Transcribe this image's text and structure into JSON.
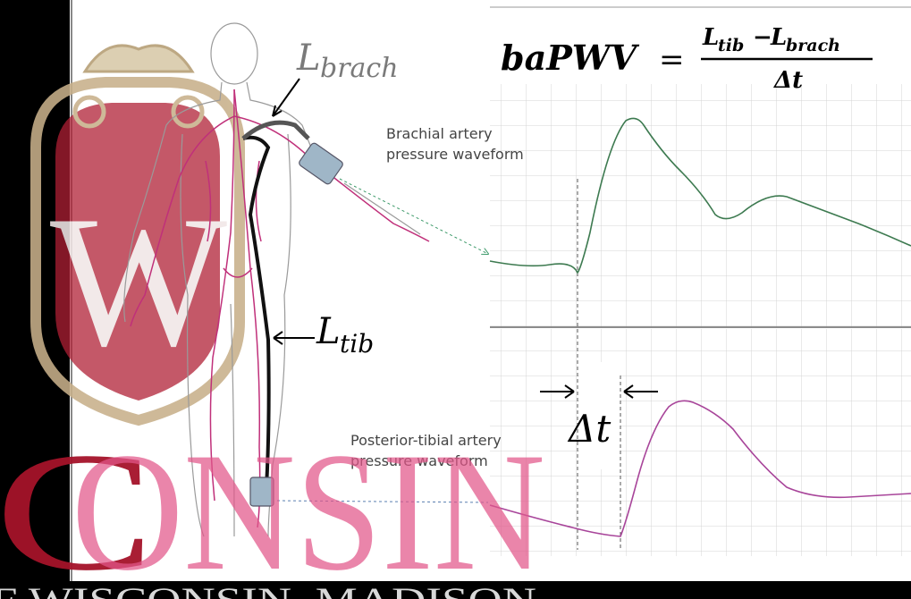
{
  "equation": {
    "lhs": "baPWV",
    "equals": "=",
    "numerator_tib": "L",
    "numerator_tib_sub": "tib",
    "numerator_minus": "−",
    "numerator_brach": "L",
    "numerator_brach_sub": "brach",
    "denominator": "Δt"
  },
  "labels": {
    "brach_L": "L",
    "brach_sub": "brach",
    "tib_L": "L",
    "tib_sub": "tib",
    "delta_t": "Δt",
    "brachial_line1": "Brachial artery",
    "brachial_line2": "pressure waveform",
    "tibial_line1": "Posterior-tibial artery",
    "tibial_line2": "pressure waveform"
  },
  "watermark": {
    "crest_letter": "W",
    "word": "CONSIN",
    "bottom_line": "F WISCONSIN–MADISON"
  },
  "colors": {
    "background": "#000000",
    "slide": "#ffffff",
    "grid": "#cfcfcf",
    "brachial_wave": "#3d7a50",
    "tibial_wave": "#a8459a",
    "artery": "#c0307a",
    "watermark_red": "#a5132a",
    "watermark_pink": "#e2578a",
    "crest_tan": "#c8b08a"
  }
}
